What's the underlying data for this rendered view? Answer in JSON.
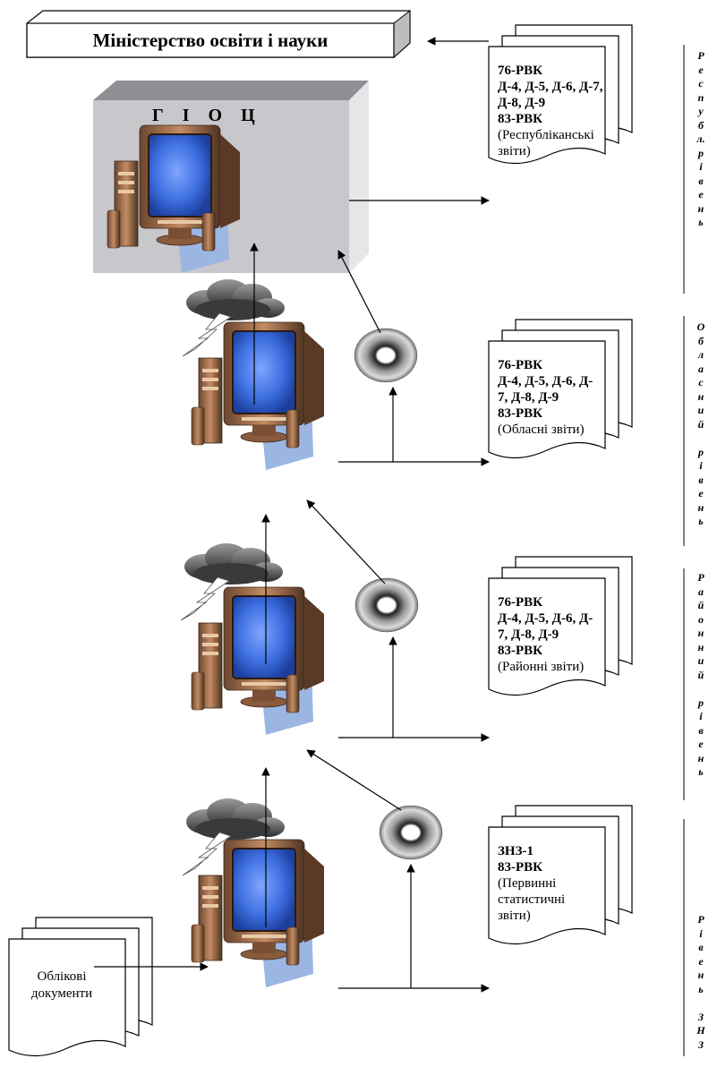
{
  "ministry": {
    "label": "Міністерство освіти і науки"
  },
  "gioc": {
    "label": "Г І О Ц"
  },
  "levels": {
    "republic": {
      "report": {
        "line1": "76-РВК",
        "line2": "Д-4, Д-5, Д-6, Д-7,",
        "line3": "Д-8, Д-9",
        "line4": "83-РВК",
        "note": "(Республіканські звіти)"
      },
      "side_label": [
        "Р",
        "е",
        "с",
        "п",
        "у",
        "б",
        "л.",
        "р",
        "і",
        "в",
        "е",
        "н",
        "ь"
      ]
    },
    "oblast": {
      "report": {
        "line1": "76-РВК",
        "line2": "Д-4, Д-5, Д-6, Д-",
        "line3": "7, Д-8, Д-9",
        "line4": "83-РВК",
        "note": "(Обласні звіти)"
      },
      "side_label": [
        "О",
        "б",
        "л",
        "а",
        "с",
        "н",
        "и",
        "й",
        "",
        "р",
        "і",
        "в",
        "е",
        "н",
        "ь"
      ]
    },
    "district": {
      "report": {
        "line1": "76-РВК",
        "line2": "Д-4, Д-5, Д-6, Д-",
        "line3": "7, Д-8, Д-9",
        "line4": "83-РВК",
        "note": "(Районні звіти)"
      },
      "side_label": [
        "Р",
        "а",
        "й",
        "о",
        "н",
        "н",
        "и",
        "й",
        "",
        "р",
        "і",
        "в",
        "е",
        "н",
        "ь"
      ]
    },
    "school": {
      "report": {
        "line1": "ЗНЗ-1",
        "line2": "83-РВК",
        "note": "(Первинні статистичні звіти)"
      },
      "side_label": [
        "Р",
        "і",
        "в",
        "е",
        "н",
        "ь",
        "",
        "З",
        "Н",
        "З"
      ],
      "source_docs": "Облікові документи"
    }
  },
  "colors": {
    "screen": "#3d6fe0",
    "monitor_body": "#b07a55",
    "shadow_blue": "#9bb6e3",
    "gioc_box": "#c8c8cc",
    "cloud": "#5a5a5a"
  }
}
